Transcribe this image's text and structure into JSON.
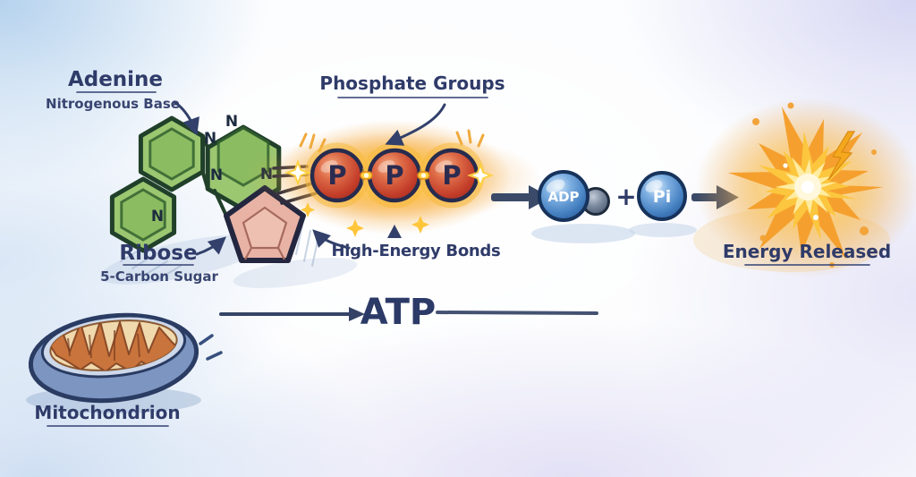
{
  "figure": {
    "type": "hand-drawn educational diagram",
    "topic": "ATP structure and energy release",
    "labels": {
      "adenine": {
        "title": "Adenine",
        "subtitle": "Nitrogenous Base"
      },
      "phosphate_groups": {
        "title": "Phosphate Groups"
      },
      "ribose": {
        "title": "Ribose",
        "subtitle": "5-Carbon Sugar"
      },
      "high_energy_bonds": {
        "title": "High-Energy Bonds"
      },
      "atp": {
        "title": "ATP"
      },
      "energy_released": {
        "title": "Energy Released"
      },
      "mitochondrion": {
        "title": "Mitochondrion"
      }
    },
    "molecule": {
      "nitrogen_symbol": "N",
      "phosphorus_symbol": "P",
      "phosphate_count": 3
    },
    "reaction": {
      "adp": "ADP",
      "plus": "+",
      "pi": "Pi"
    },
    "colors": {
      "label_text": "#2f3b69",
      "adenine_green": "#9cc771",
      "ribose_pink": "#e8b2a5",
      "phosphate_red": "#c23c28",
      "bond_glow": "#f9b832",
      "sphere_blue": "#447fc0",
      "burst_orange": "#f5a02e",
      "arrow_slate": "#3b4a68",
      "mitochondrion_blue": "#7c95c1",
      "mitochondrion_cristae": "#b5532f"
    }
  }
}
